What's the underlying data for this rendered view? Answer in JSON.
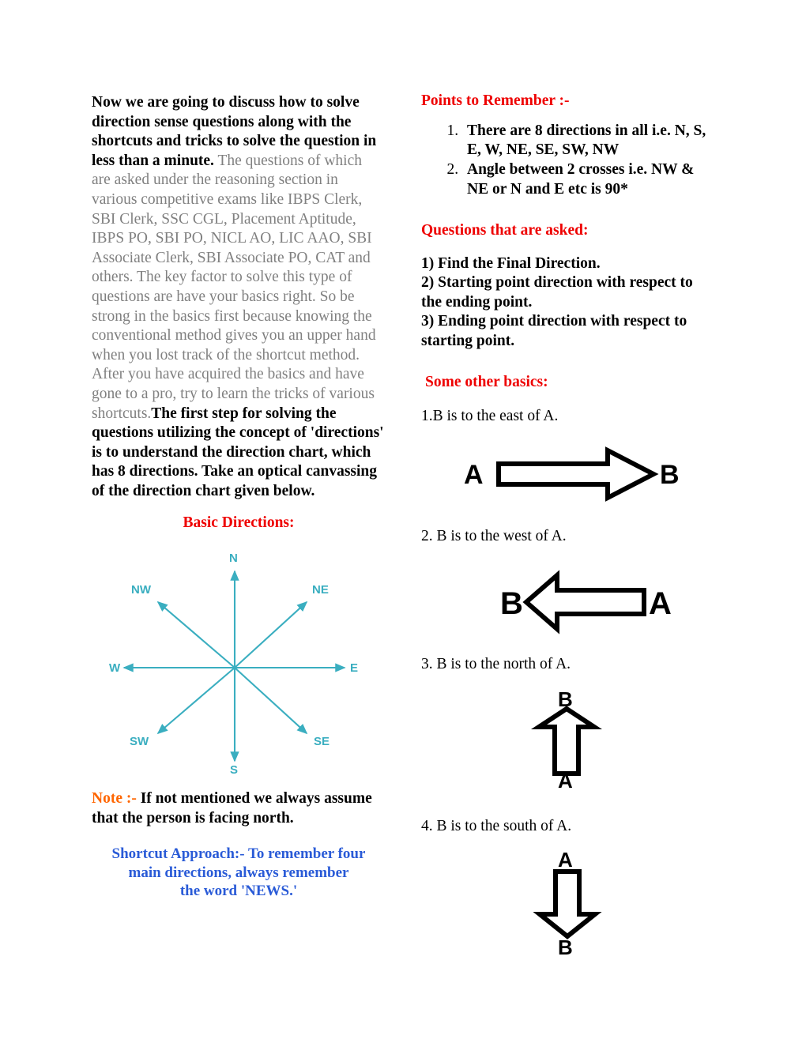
{
  "colors": {
    "heading_red": "#ee0000",
    "note_orange": "#ff6600",
    "shortcut_blue": "#2a5bd7",
    "compass_teal": "#3aaec0",
    "body_grey": "#808080",
    "body_black": "#000000"
  },
  "left": {
    "intro": {
      "lead": "Now we are going to discuss how to solve direction sense questions along with the shortcuts and tricks to solve the question in less than a minute.",
      "grey": " The questions of which are asked under the reasoning section in various competitive exams like IBPS Clerk, SBI Clerk, SSC CGL, Placement Aptitude, IBPS PO, SBI PO, NICL AO, LIC AAO, SBI Associate Clerk, SBI Associate PO, CAT and others. The key factor to solve this type of questions are have your basics right. So be strong in the basics first because knowing the conventional method gives you an upper hand when you lost track of the shortcut method. After you have acquired the basics and have gone to a pro, try to learn the tricks of various shortcuts.",
      "tail": "The first step for solving the questions utilizing the concept of 'directions' is to understand the direction chart, which has 8 directions. Take an optical canvassing of the direction chart given below."
    },
    "basic_directions_heading": "Basic Directions:",
    "compass": {
      "labels": {
        "n": "N",
        "s": "S",
        "e": "E",
        "w": "W",
        "ne": "NE",
        "nw": "NW",
        "se": "SE",
        "sw": "SW"
      }
    },
    "note": {
      "word": "Note :-",
      "text": " If not mentioned we always assume that the person is facing north."
    },
    "shortcut": {
      "line1": "Shortcut Approach:-  To remember four",
      "line2": "main directions, always remember",
      "line3": "the  word 'NEWS.'"
    }
  },
  "right": {
    "points_heading": "Points to Remember :-",
    "points": [
      "There are 8 directions in all i.e. N, S, E, W, NE, SE, SW, NW",
      "Angle between 2 crosses i.e. NW & NE or N and E etc is 90*"
    ],
    "questions_heading": "Questions that are asked:",
    "questions": [
      "1) Find the Final Direction.",
      "2) Starting point direction with respect to the ending point.",
      "3) Ending point direction with respect to starting point."
    ],
    "basics_heading": "Some other basics:",
    "basics": [
      {
        "label": "1.B is to the east of A.",
        "direction": "east",
        "from": "A",
        "to": "B"
      },
      {
        "label": "2. B is to the west of A.",
        "direction": "west",
        "from": "A",
        "to": "B"
      },
      {
        "label": "3. B is to the north of A.",
        "direction": "north",
        "from": "A",
        "to": "B"
      },
      {
        "label": "4. B is to the south of A.",
        "direction": "south",
        "from": "A",
        "to": "B"
      }
    ]
  }
}
